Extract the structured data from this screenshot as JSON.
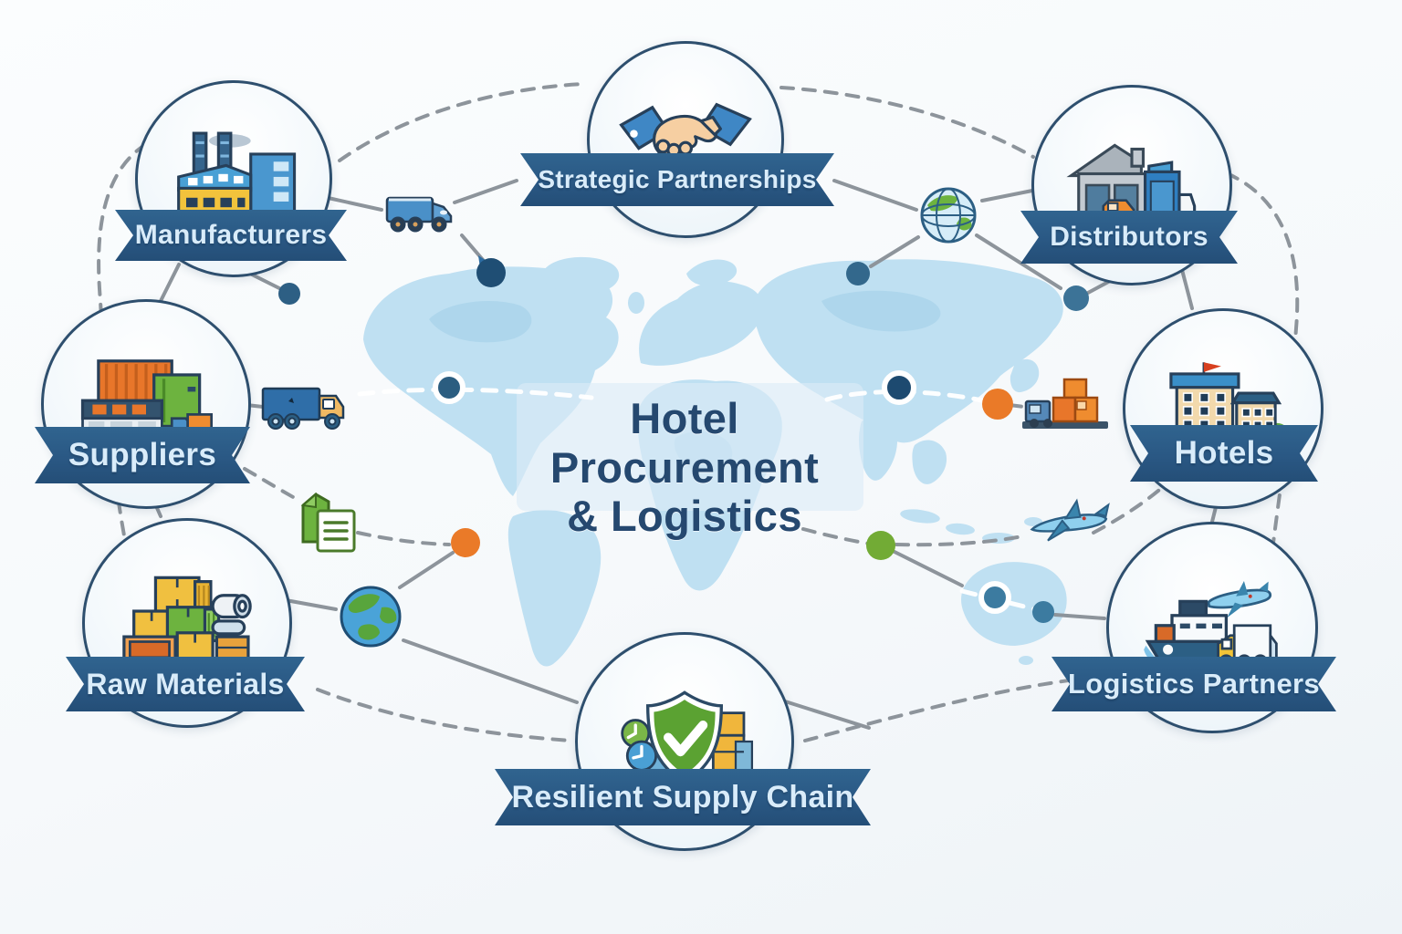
{
  "title": {
    "line1": "Hotel Procurement",
    "line2": "& Logistics"
  },
  "nodes": [
    {
      "id": "strategic-partnerships",
      "label": "Strategic Partnerships",
      "icon": "handshake-icon"
    },
    {
      "id": "manufacturers",
      "label": "Manufacturers",
      "icon": "factory-icon"
    },
    {
      "id": "distributors",
      "label": "Distributors",
      "icon": "warehouse-trucks-icon"
    },
    {
      "id": "suppliers",
      "label": "Suppliers",
      "icon": "shipping-containers-icon"
    },
    {
      "id": "hotels",
      "label": "Hotels",
      "icon": "hotel-buildings-icon"
    },
    {
      "id": "raw-materials",
      "label": "Raw Materials",
      "icon": "boxes-materials-icon"
    },
    {
      "id": "logistics-partners",
      "label": "Logistics Partners",
      "icon": "ship-plane-truck-icon"
    },
    {
      "id": "resilient-supply-chain",
      "label": "Resilient Supply Chain",
      "icon": "shield-check-icon"
    }
  ],
  "decor_icons": [
    "pickup-truck-icon",
    "wireframe-globe-icon",
    "cargo-truck-icon",
    "documents-icon",
    "earth-globe-icon",
    "box-stack-truck-icon",
    "airplane-icon"
  ],
  "colors": {
    "banner": "#2a5884",
    "banner_text": "#d9ecfa",
    "title_text": "#25486f",
    "map": "#bfe0f2",
    "connector_gray": "#8d949b",
    "navy_dot": "#1f4e74",
    "steel_dot": "#3c7ba0",
    "orange_dot": "#ea7a28",
    "green_dot": "#72ab35",
    "shield_green": "#5ba232"
  }
}
